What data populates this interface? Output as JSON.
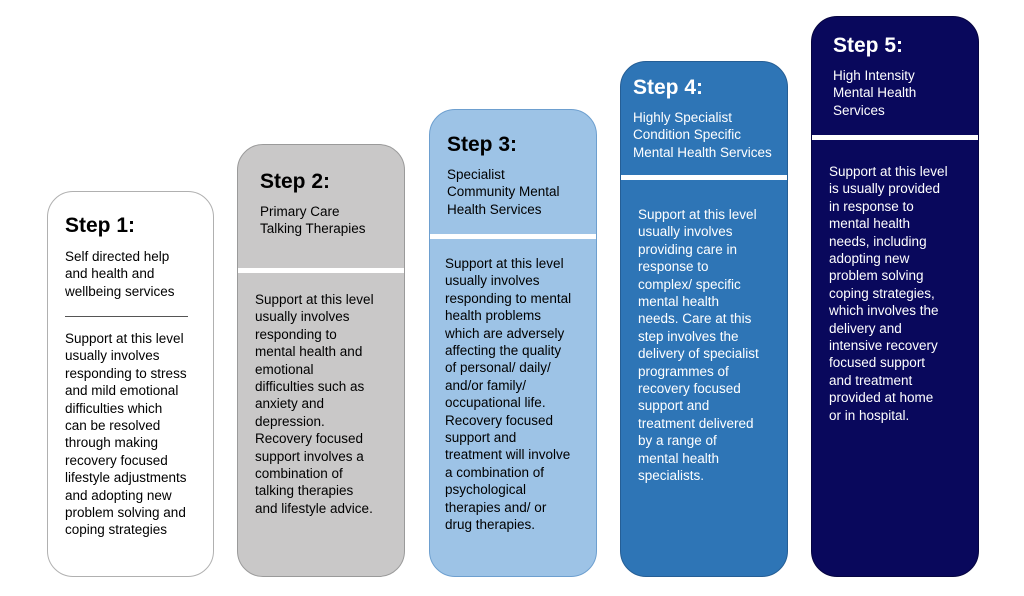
{
  "steps": [
    {
      "title": "Step 1:",
      "subtitle": "Self directed help\nand health and\nwellbeing services",
      "body": "Support at this level\nusually involves\nresponding to stress\nand mild emotional\ndifficulties which\ncan be resolved\nthrough making\nrecovery focused\nlifestyle adjustments\nand adopting new\nproblem solving and\ncoping strategies",
      "color": "#ffffff"
    },
    {
      "title": "Step 2:",
      "subtitle": "Primary Care\nTalking Therapies",
      "body": "Support at this level\nusually involves\nresponding to\nmental health and\nemotional\ndifficulties such as\nanxiety and\ndepression.\nRecovery focused\nsupport involves a\ncombination of\ntalking therapies\nand lifestyle advice.",
      "color": "#c9c8c8"
    },
    {
      "title": "Step 3:",
      "subtitle": "Specialist\nCommunity Mental\nHealth Services",
      "body": "Support at this level\nusually involves\nresponding to mental\nhealth problems\nwhich are adversely\naffecting the quality\nof personal/ daily/\nand/or family/\noccupational life.\nRecovery focused\nsupport and\ntreatment will involve\na combination of\npsychological\ntherapies and/ or\ndrug therapies.",
      "color": "#9dc3e6"
    },
    {
      "title": "Step 4:",
      "subtitle": "Highly Specialist\nCondition Specific\nMental Health Services",
      "body": "Support at this level\nusually involves\nproviding care in\nresponse to\ncomplex/ specific\nmental health\nneeds. Care at this\nstep involves the\ndelivery of specialist\nprogrammes of\nrecovery focused\nsupport and\ntreatment delivered\nby a range of\nmental health\nspecialists.",
      "color": "#2e75b6"
    },
    {
      "title": "Step 5:",
      "subtitle": "High Intensity\nMental Health\nServices",
      "body": "Support at this level\nis usually provided\nin response to\nmental health\nneeds, including\nadopting new\nproblem solving\ncoping strategies,\nwhich involves the\ndelivery and\nintensive recovery\nfocused support\nand treatment\nprovided at home\nor in hospital.",
      "color": "#09085c"
    }
  ]
}
